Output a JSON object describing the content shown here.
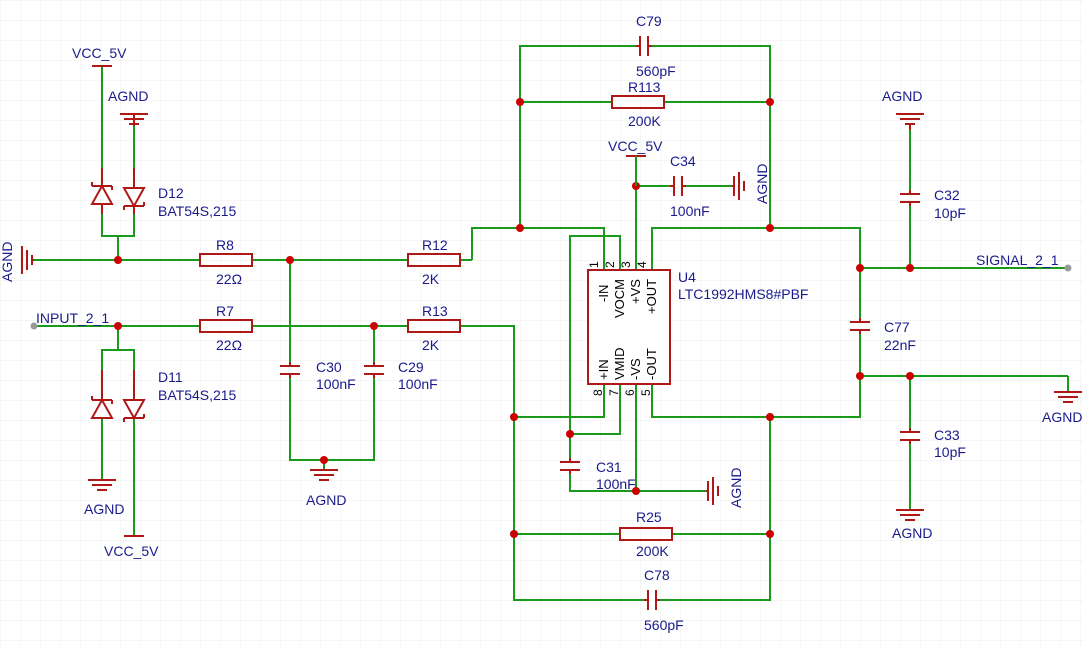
{
  "power": {
    "vcc_top_left": "VCC_5V",
    "vcc_bottom_left": "VCC_5V",
    "vcc_center": "VCC_5V",
    "agnd": "AGND"
  },
  "nets": {
    "input": "INPUT_2_1",
    "signal": "SIGNAL_2_1"
  },
  "components": {
    "C79": {
      "ref": "C79",
      "value": "560pF"
    },
    "R113": {
      "ref": "R113",
      "value": "200K"
    },
    "C34": {
      "ref": "C34",
      "value": "100nF"
    },
    "C32": {
      "ref": "C32",
      "value": "10pF"
    },
    "D12": {
      "ref": "D12",
      "value": "BAT54S,215"
    },
    "R8": {
      "ref": "R8",
      "value": "22Ω"
    },
    "R12": {
      "ref": "R12",
      "value": "2K"
    },
    "R7": {
      "ref": "R7",
      "value": "22Ω"
    },
    "R13": {
      "ref": "R13",
      "value": "2K"
    },
    "D11": {
      "ref": "D11",
      "value": "BAT54S,215"
    },
    "C30": {
      "ref": "C30",
      "value": "100nF"
    },
    "C29": {
      "ref": "C29",
      "value": "100nF"
    },
    "U4": {
      "ref": "U4",
      "value": "LTC1992HMS8#PBF"
    },
    "C77": {
      "ref": "C77",
      "value": "22nF"
    },
    "C31": {
      "ref": "C31",
      "value": "100nF"
    },
    "C33": {
      "ref": "C33",
      "value": "10pF"
    },
    "R25": {
      "ref": "R25",
      "value": "200K"
    },
    "C78": {
      "ref": "C78",
      "value": "560pF"
    }
  },
  "u4_pins": {
    "p1": "1",
    "p2": "2",
    "p3": "3",
    "p4": "4",
    "p5": "5",
    "p6": "6",
    "p7": "7",
    "p8": "8",
    "n_in": "-IN",
    "vocm": "VOCM",
    "pvs": "+VS",
    "pout": "+OUT",
    "p_in": "+IN",
    "vmid": "VMID",
    "nvs": "-VS",
    "nout": "-OUT"
  }
}
